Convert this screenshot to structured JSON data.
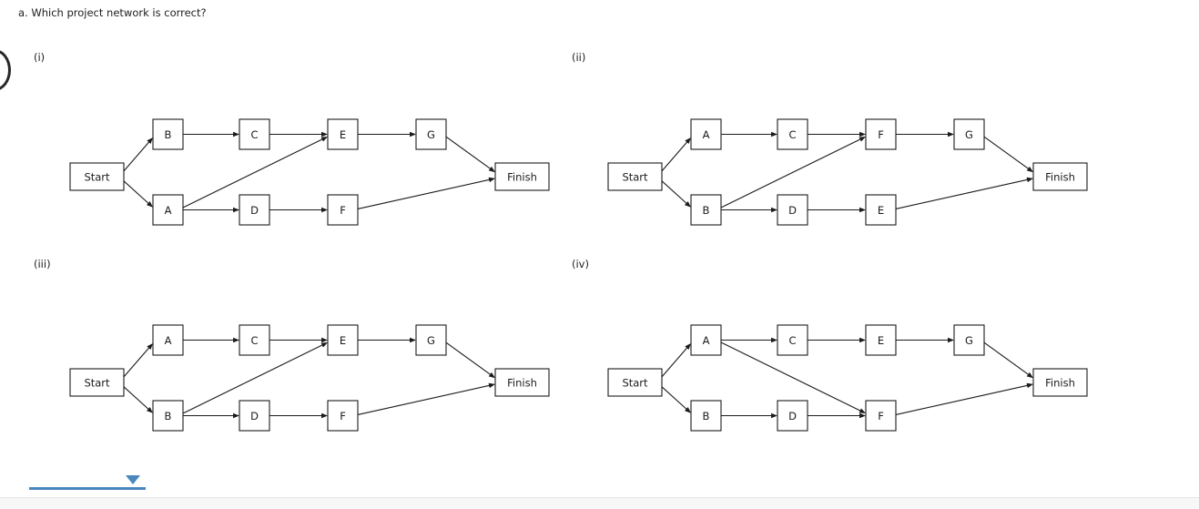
{
  "question": {
    "text": "a. Which project network is correct?"
  },
  "options": [
    {
      "key": "i",
      "label": "(i)",
      "network": {
        "nodes": [
          {
            "id": "Start",
            "label": "Start",
            "col": 0,
            "row": "mid"
          },
          {
            "id": "B",
            "label": "B",
            "col": 1,
            "row": "top"
          },
          {
            "id": "C",
            "label": "C",
            "col": 2,
            "row": "top"
          },
          {
            "id": "E",
            "label": "E",
            "col": 3,
            "row": "top"
          },
          {
            "id": "G",
            "label": "G",
            "col": 4,
            "row": "top"
          },
          {
            "id": "A",
            "label": "A",
            "col": 1,
            "row": "bottom"
          },
          {
            "id": "D",
            "label": "D",
            "col": 2,
            "row": "bottom"
          },
          {
            "id": "F",
            "label": "F",
            "col": 3,
            "row": "bottom"
          },
          {
            "id": "Finish",
            "label": "Finish",
            "col": 5,
            "row": "mid"
          }
        ],
        "edges": [
          {
            "from": "Start",
            "to": "B"
          },
          {
            "from": "Start",
            "to": "A"
          },
          {
            "from": "B",
            "to": "C"
          },
          {
            "from": "C",
            "to": "E"
          },
          {
            "from": "A",
            "to": "E"
          },
          {
            "from": "A",
            "to": "D"
          },
          {
            "from": "D",
            "to": "F"
          },
          {
            "from": "E",
            "to": "G"
          },
          {
            "from": "G",
            "to": "Finish"
          },
          {
            "from": "F",
            "to": "Finish"
          }
        ]
      }
    },
    {
      "key": "ii",
      "label": "(ii)",
      "network": {
        "nodes": [
          {
            "id": "Start",
            "label": "Start",
            "col": 0,
            "row": "mid"
          },
          {
            "id": "A",
            "label": "A",
            "col": 1,
            "row": "top"
          },
          {
            "id": "C",
            "label": "C",
            "col": 2,
            "row": "top"
          },
          {
            "id": "F",
            "label": "F",
            "col": 3,
            "row": "top"
          },
          {
            "id": "G",
            "label": "G",
            "col": 4,
            "row": "top"
          },
          {
            "id": "B",
            "label": "B",
            "col": 1,
            "row": "bottom"
          },
          {
            "id": "D",
            "label": "D",
            "col": 2,
            "row": "bottom"
          },
          {
            "id": "E",
            "label": "E",
            "col": 3,
            "row": "bottom"
          },
          {
            "id": "Finish",
            "label": "Finish",
            "col": 5,
            "row": "mid"
          }
        ],
        "edges": [
          {
            "from": "Start",
            "to": "A"
          },
          {
            "from": "Start",
            "to": "B"
          },
          {
            "from": "A",
            "to": "C"
          },
          {
            "from": "C",
            "to": "F"
          },
          {
            "from": "B",
            "to": "F"
          },
          {
            "from": "B",
            "to": "D"
          },
          {
            "from": "D",
            "to": "E"
          },
          {
            "from": "F",
            "to": "G"
          },
          {
            "from": "G",
            "to": "Finish"
          },
          {
            "from": "E",
            "to": "Finish"
          }
        ]
      }
    },
    {
      "key": "iii",
      "label": "(iii)",
      "network": {
        "nodes": [
          {
            "id": "Start",
            "label": "Start",
            "col": 0,
            "row": "mid"
          },
          {
            "id": "A",
            "label": "A",
            "col": 1,
            "row": "top"
          },
          {
            "id": "C",
            "label": "C",
            "col": 2,
            "row": "top"
          },
          {
            "id": "E",
            "label": "E",
            "col": 3,
            "row": "top"
          },
          {
            "id": "G",
            "label": "G",
            "col": 4,
            "row": "top"
          },
          {
            "id": "B",
            "label": "B",
            "col": 1,
            "row": "bottom"
          },
          {
            "id": "D",
            "label": "D",
            "col": 2,
            "row": "bottom"
          },
          {
            "id": "F",
            "label": "F",
            "col": 3,
            "row": "bottom"
          },
          {
            "id": "Finish",
            "label": "Finish",
            "col": 5,
            "row": "mid"
          }
        ],
        "edges": [
          {
            "from": "Start",
            "to": "A"
          },
          {
            "from": "Start",
            "to": "B"
          },
          {
            "from": "A",
            "to": "C"
          },
          {
            "from": "C",
            "to": "E"
          },
          {
            "from": "B",
            "to": "E"
          },
          {
            "from": "B",
            "to": "D"
          },
          {
            "from": "D",
            "to": "F"
          },
          {
            "from": "E",
            "to": "G"
          },
          {
            "from": "G",
            "to": "Finish"
          },
          {
            "from": "F",
            "to": "Finish"
          }
        ]
      }
    },
    {
      "key": "iv",
      "label": "(iv)",
      "network": {
        "nodes": [
          {
            "id": "Start",
            "label": "Start",
            "col": 0,
            "row": "mid"
          },
          {
            "id": "A",
            "label": "A",
            "col": 1,
            "row": "top"
          },
          {
            "id": "C",
            "label": "C",
            "col": 2,
            "row": "top"
          },
          {
            "id": "E",
            "label": "E",
            "col": 3,
            "row": "top"
          },
          {
            "id": "G",
            "label": "G",
            "col": 4,
            "row": "top"
          },
          {
            "id": "B",
            "label": "B",
            "col": 1,
            "row": "bottom"
          },
          {
            "id": "D",
            "label": "D",
            "col": 2,
            "row": "bottom"
          },
          {
            "id": "F",
            "label": "F",
            "col": 3,
            "row": "bottom"
          },
          {
            "id": "Finish",
            "label": "Finish",
            "col": 5,
            "row": "mid"
          }
        ],
        "edges": [
          {
            "from": "Start",
            "to": "A"
          },
          {
            "from": "Start",
            "to": "B"
          },
          {
            "from": "A",
            "to": "C"
          },
          {
            "from": "C",
            "to": "E"
          },
          {
            "from": "E",
            "to": "G"
          },
          {
            "from": "A",
            "to": "F"
          },
          {
            "from": "B",
            "to": "D"
          },
          {
            "from": "D",
            "to": "F"
          },
          {
            "from": "G",
            "to": "Finish"
          },
          {
            "from": "F",
            "to": "Finish"
          }
        ]
      }
    }
  ],
  "colors": {
    "accent": "#4a87bf",
    "stroke": "#1b1b1b",
    "background": "#ffffff",
    "bottom_band": "#f7f7f7"
  }
}
